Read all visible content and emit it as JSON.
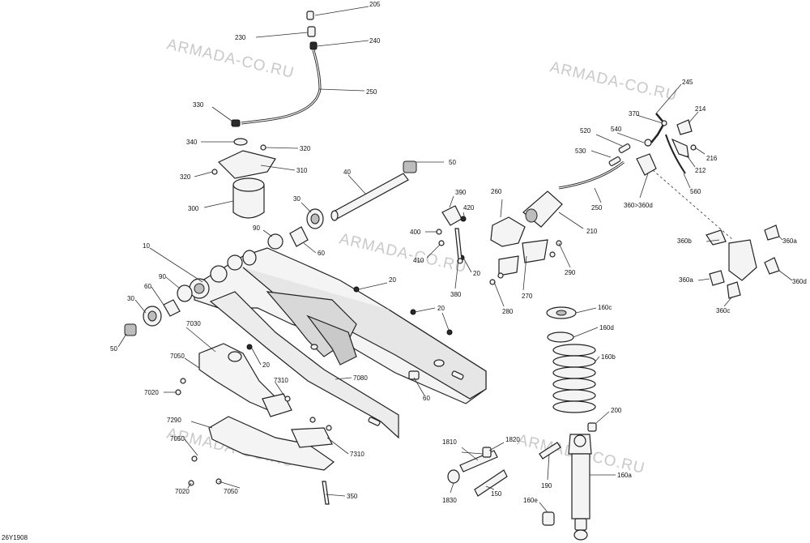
{
  "watermark": "ARMADA-CO.RU",
  "figure_ref": "26Y1908",
  "callouts": {
    "c205": "205",
    "c230": "230",
    "c240": "240",
    "c250a": "250",
    "c330": "330",
    "c340": "340",
    "c320a": "320",
    "c310": "310",
    "c320b": "320",
    "c300": "300",
    "c40": "40",
    "c50a": "50",
    "c30a": "30",
    "c90a": "90",
    "c60a": "60",
    "c10": "10",
    "c90b": "90",
    "c60b": "60",
    "c30b": "30",
    "c50b": "50",
    "c390": "390",
    "c420": "420",
    "c400": "400",
    "c410": "410",
    "c380": "380",
    "c20a": "20",
    "c20b": "20",
    "c20c": "20",
    "c20d": "20",
    "c260": "260",
    "c210": "210",
    "c290": "290",
    "c270": "270",
    "c280": "280",
    "c520": "520",
    "c540": "540",
    "c530": "530",
    "c370": "370",
    "c245": "245",
    "c214": "214",
    "c216": "216",
    "c212": "212",
    "c560": "560",
    "c250b": "250",
    "c360": "360>360d",
    "c360a_top": "360a",
    "c360b": "360b",
    "c360d": "360d",
    "c360a": "360a",
    "c360c": "360c",
    "c160c": "160c",
    "c160d": "160d",
    "c160b": "160b",
    "c160a": "160a",
    "c160e": "160e",
    "c200": "200",
    "c190": "190",
    "c1810": "1810",
    "c1820": "1820",
    "c1830": "1830",
    "c150": "150",
    "c60c": "60",
    "c7030": "7030",
    "c7050a": "7050",
    "c7020a": "7020",
    "c7310a": "7310",
    "c7080": "7080",
    "c7290": "7290",
    "c7050b": "7050",
    "c7020b": "7020",
    "c7050c": "7050",
    "c7310b": "7310",
    "c350": "350"
  }
}
